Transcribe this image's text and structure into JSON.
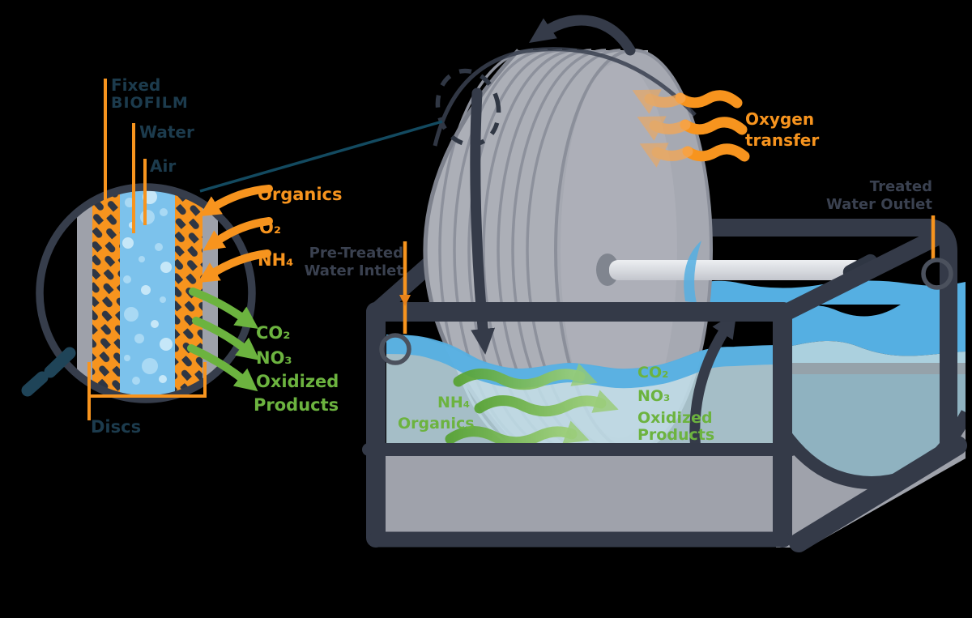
{
  "magnifier": {
    "fixed_line1": "Fixed",
    "fixed_line2": "BIOFILM",
    "water_label": "Water",
    "air_label": "Air",
    "discs_label": "Discs",
    "inputs": {
      "organics": "Organics",
      "o2": "O₂",
      "nh4": "NH₄"
    },
    "outputs": {
      "co2": "CO₂",
      "no3": "NO₃",
      "oxidized_line1": "Oxidized",
      "oxidized_line2": "Products"
    }
  },
  "reactor": {
    "oxygen_line1": "Oxygen",
    "oxygen_line2": "transfer",
    "inlet_line1": "Pre-Treated",
    "inlet_line2": "Water Intlet",
    "outlet_line1": "Treated",
    "outlet_line2": "Water Outlet"
  },
  "tank_labels": {
    "in_nh4": "NH₄",
    "in_organics": "Organics",
    "out_co2": "CO₂",
    "out_no3": "NO₃",
    "out_oxidized_line1": "Oxidized",
    "out_oxidized_line2": "Products"
  },
  "colors": {
    "accent_orange": "#F7941E",
    "accent_green": "#6CB33F",
    "frame_dark": "#343A48",
    "label_teal": "#1C3B4D",
    "label_slate": "#3A4150",
    "water_bright": "#55AFE2",
    "water_pale": "#C2DFEA",
    "magnifier_water": "#7CC2EC",
    "drum_gray": "#ACAFB7",
    "tank_gray": "#9FA2AB"
  }
}
